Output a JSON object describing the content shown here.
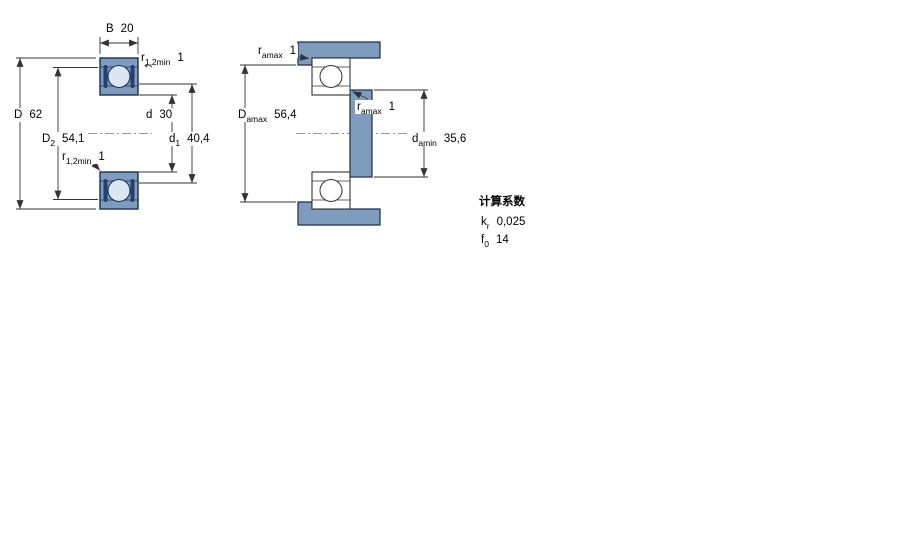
{
  "colors": {
    "steel_blue": "#7d9cbe",
    "outline_dark": "#1f2d4d",
    "ball_fill": "#dbe6f2",
    "seal_dark": "#24406e",
    "line": "#333333"
  },
  "labels": {
    "B": {
      "base": "B",
      "sub": "",
      "value": "20"
    },
    "r12min_top": {
      "base": "r",
      "sub": "1,2min",
      "value": "1"
    },
    "D": {
      "base": "D",
      "sub": "",
      "value": "62"
    },
    "D2": {
      "base": "D",
      "sub": "2",
      "value": "54,1"
    },
    "r12min_left": {
      "base": "r",
      "sub": "1,2min",
      "value": "1"
    },
    "d": {
      "base": "d",
      "sub": "",
      "value": "30"
    },
    "d1": {
      "base": "d",
      "sub": "1",
      "value": "40,4"
    },
    "ramax_top": {
      "base": "r",
      "sub": "amax",
      "value": "1"
    },
    "Damax": {
      "base": "D",
      "sub": "amax",
      "value": "56,4"
    },
    "ramax_mid": {
      "base": "r",
      "sub": "amax",
      "value": "1"
    },
    "damin": {
      "base": "d",
      "sub": "amin",
      "value": "35,6"
    }
  },
  "calc_factors": {
    "heading": "计算系数",
    "kr": {
      "base": "k",
      "sub": "r",
      "value": "0,025"
    },
    "f0": {
      "base": "f",
      "sub": "0",
      "value": "14"
    }
  }
}
